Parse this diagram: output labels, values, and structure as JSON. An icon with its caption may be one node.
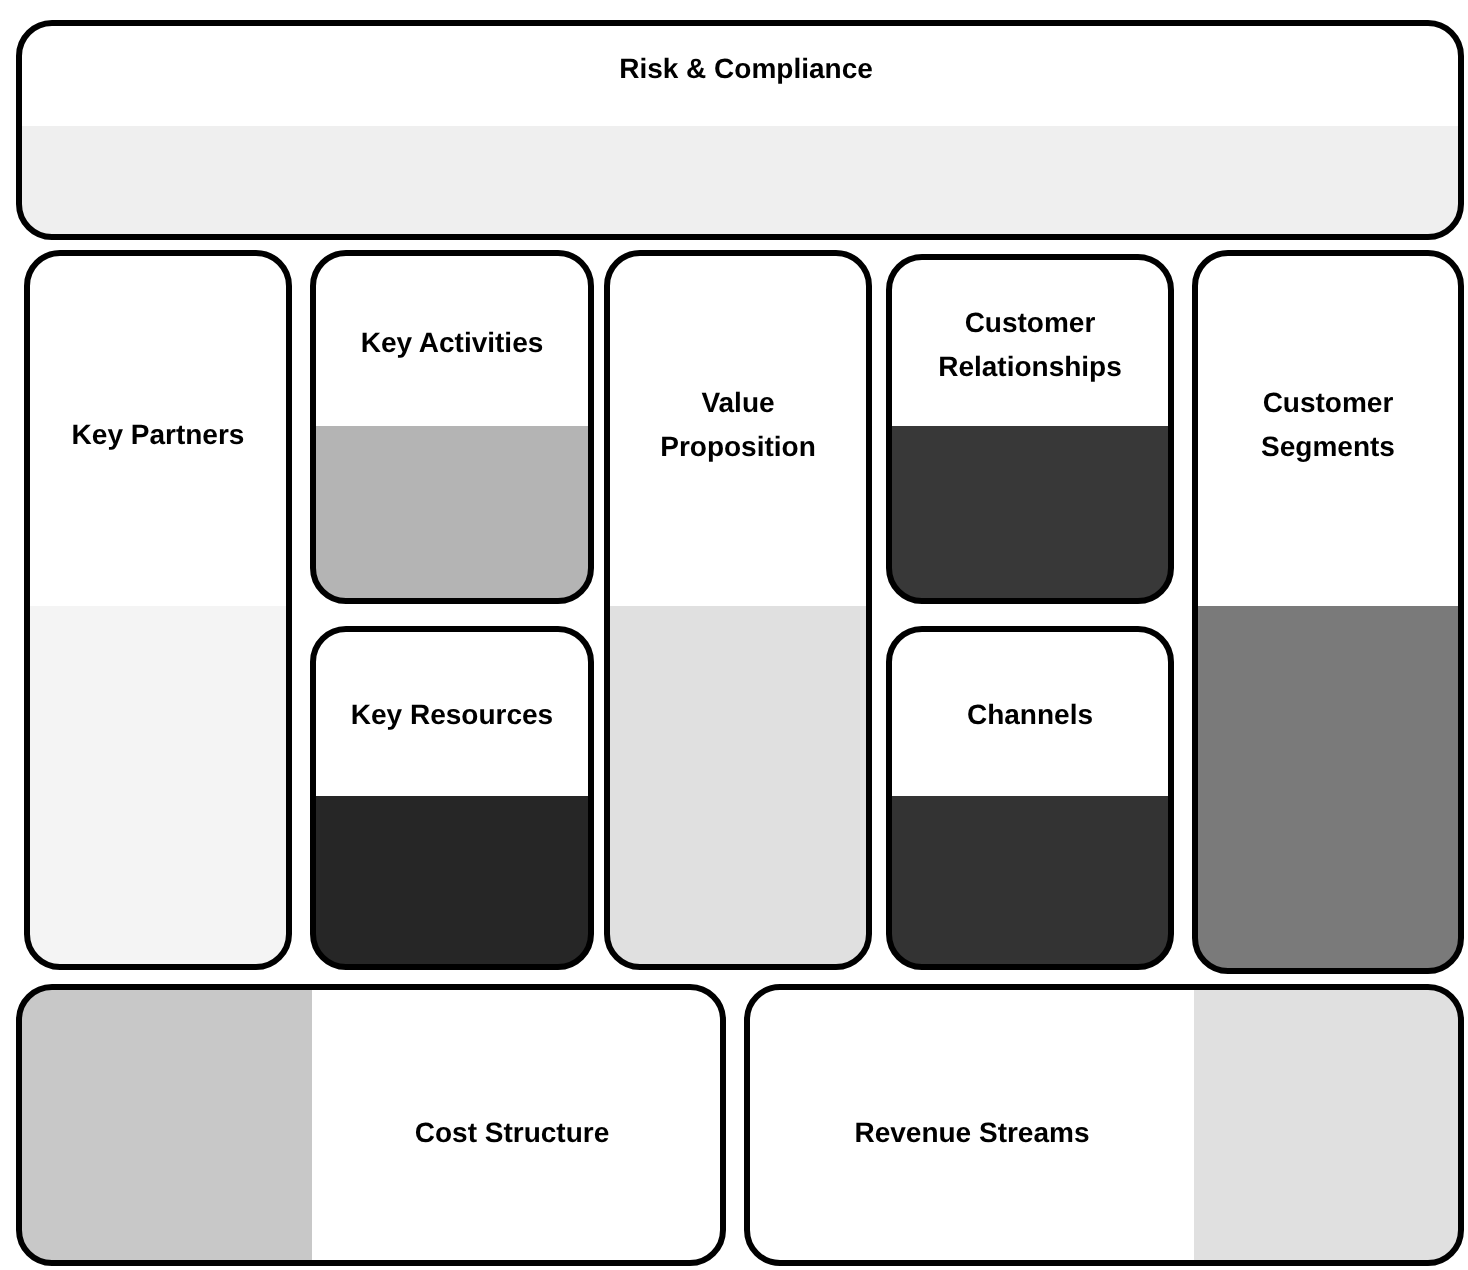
{
  "diagram": {
    "nodes": [
      {
        "text": [
          "Risk & Compliance"
        ]
      },
      {
        "text": [
          "Key Partners"
        ]
      },
      {
        "text": [
          "Key Activities"
        ]
      },
      {
        "text": [
          "Key Resources"
        ]
      },
      {
        "text": [
          "Value Proposition"
        ]
      },
      {
        "text": [
          "Customer Relationships"
        ]
      },
      {
        "text": [
          "Channels"
        ]
      },
      {
        "text": [
          "Customer Segments"
        ]
      },
      {
        "text": [
          "Cost Structure"
        ]
      },
      {
        "text": [
          "Revenue Streams"
        ]
      }
    ]
  }
}
